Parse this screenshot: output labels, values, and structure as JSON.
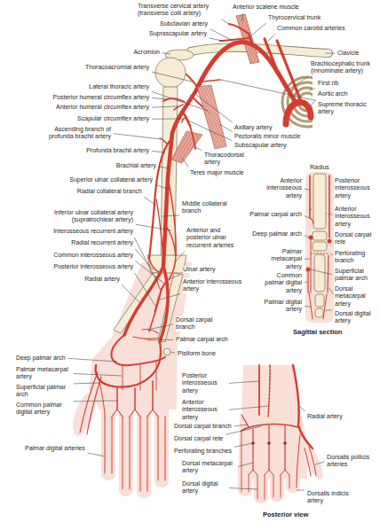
{
  "diagram": {
    "labels": [
      "Transverse cervical artery (transverse colli artery)",
      "Anterior scalene muscle",
      "Thyrocervical trunk",
      "Subclavian artery",
      "Common carotid arteries",
      "Suprascapular artery",
      "Clavicle",
      "Acromion",
      "Brachiocephalic trunk (innominate artery)",
      "Thoracoacromial artery",
      "First rib",
      "Lateral thoracic artery",
      "Aortic arch",
      "Posterior humeral circumflex artery",
      "Supreme thoracic artery",
      "Anterior humeral circumflex artery",
      "Scapular circumflex artery",
      "Axillary artery",
      "Ascending branch of profunda brachii artery",
      "Pectoralis minor muscle",
      "Subscapular artery",
      "Profunda brachii artery",
      "Thoracodorsal artery",
      "Teres major muscle",
      "Brachial artery",
      "Radius",
      "Superior ulnar collateral artery",
      "Anterior interosseous artery",
      "Posterior interosseous artery",
      "Radial collateral branch",
      "Middle collateral branch",
      "Palmar carpal arch",
      "Anterior interosseous artery",
      "Inferior ulnar collateral artery (supratrochlear artery)",
      "Interosseous recurrent artery",
      "Deep palmar arch",
      "Dorsal carpal rete",
      "Radial recurrent artery",
      "Anterior and posterior ulnar recurrent arteries",
      "Perforating branch",
      "Palmar metacarpal artery",
      "Common interosseous artery",
      "Superficial palmar arch",
      "Posterior interosseous artery",
      "Ulnar artery",
      "Common palmar digital artery",
      "Dorsal metacarpal artery",
      "Radial artery",
      "Anterior interosseous artery",
      "Dorsal digital artery",
      "Palmar digital artery",
      "Sagittal section",
      "Dorsal carpal branch",
      "Palmar carpal arch",
      "Pisiform bone",
      "Deep palmar arch",
      "Palmar metacarpal artery",
      "Superficial palmar arch",
      "Common palmar digital artery",
      "Palmar digital arteries",
      "Posterior interosseous artery",
      "Anterior interosseous artery",
      "Dorsal carpal branch",
      "Radial artery",
      "Dorsal carpal rete",
      "Perforating branches",
      "Dorsal metacarpal artery",
      "Dorsalis pollicis arteries",
      "Dorsal digital artery",
      "Dorsalis indicis artery",
      "Posterior view"
    ]
  }
}
